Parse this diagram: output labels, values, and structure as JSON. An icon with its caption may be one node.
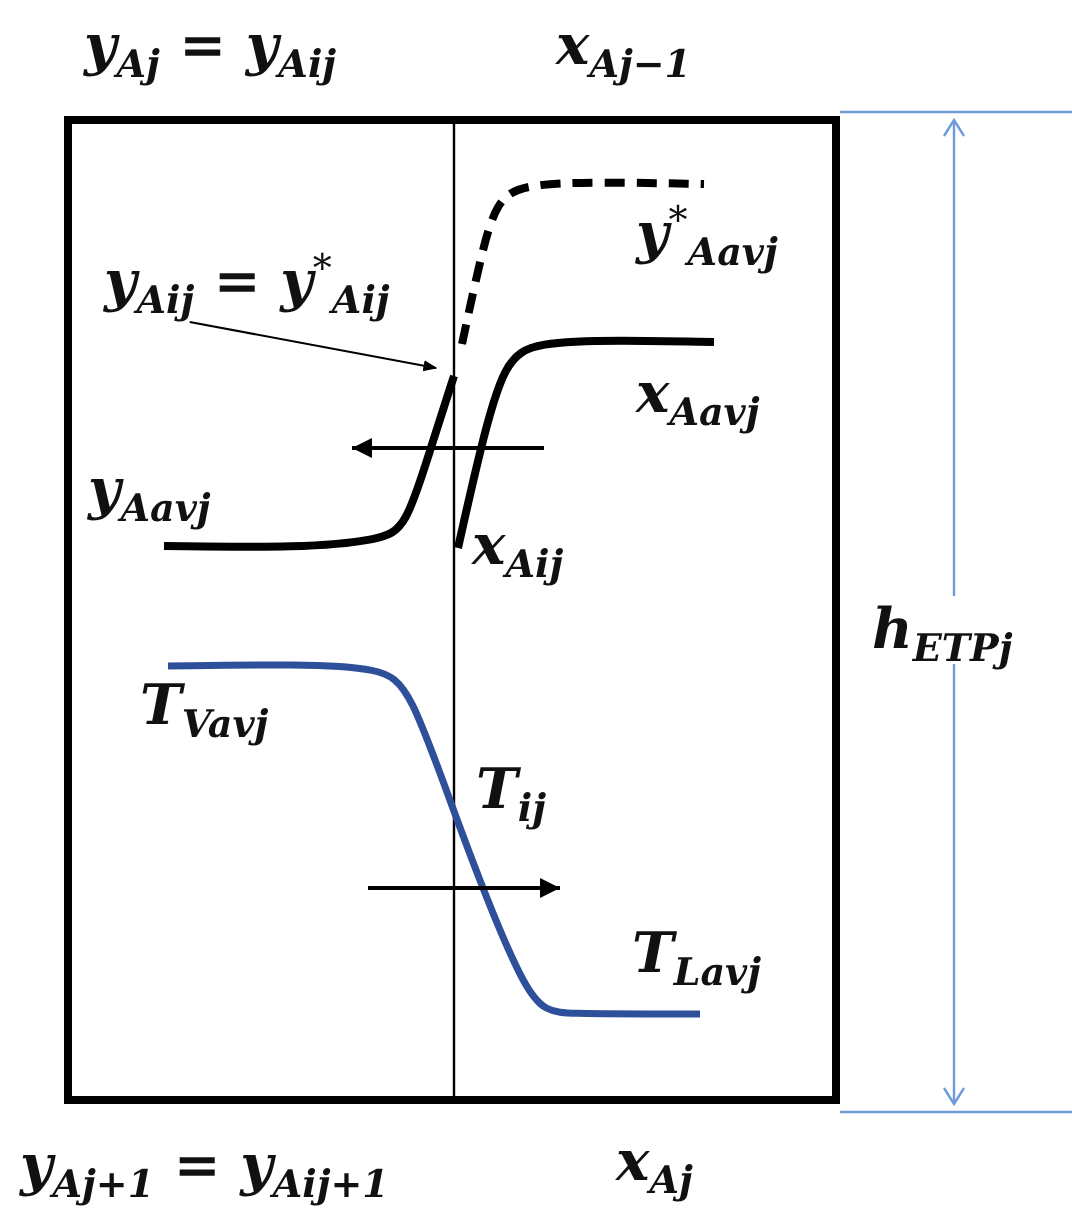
{
  "diagram": {
    "nodes": [
      {
        "text": [],
        "shape": "box"
      },
      {
        "text": [
          "y$_{Aij}$ = y$^{*}$$_{Aij}$"
        ],
        "in": 0
      },
      {
        "text": [],
        "shape": "curve",
        "in": 0
      }
    ],
    "edges": [
      {
        "from": 1,
        "to": 2,
        "arrow": "to"
      }
    ],
    "labels": [
      "y$_{Aj}$ =  y$_{Aij}$",
      "x$_{Aj−1}$",
      "y$^{*}$$_{Aavj}$",
      "x$_{Aavj}$",
      "y$_{Aavj}$",
      "x$_{Aij}$",
      "h$_{ETPj}$",
      "T$_{Vavj}$",
      "T$_{ij}$",
      "T$_{Lavj}$",
      "y$_{Aj+1}$ =  y$_{Aij+1}$",
      "x$_{Aj}$"
    ]
  }
}
